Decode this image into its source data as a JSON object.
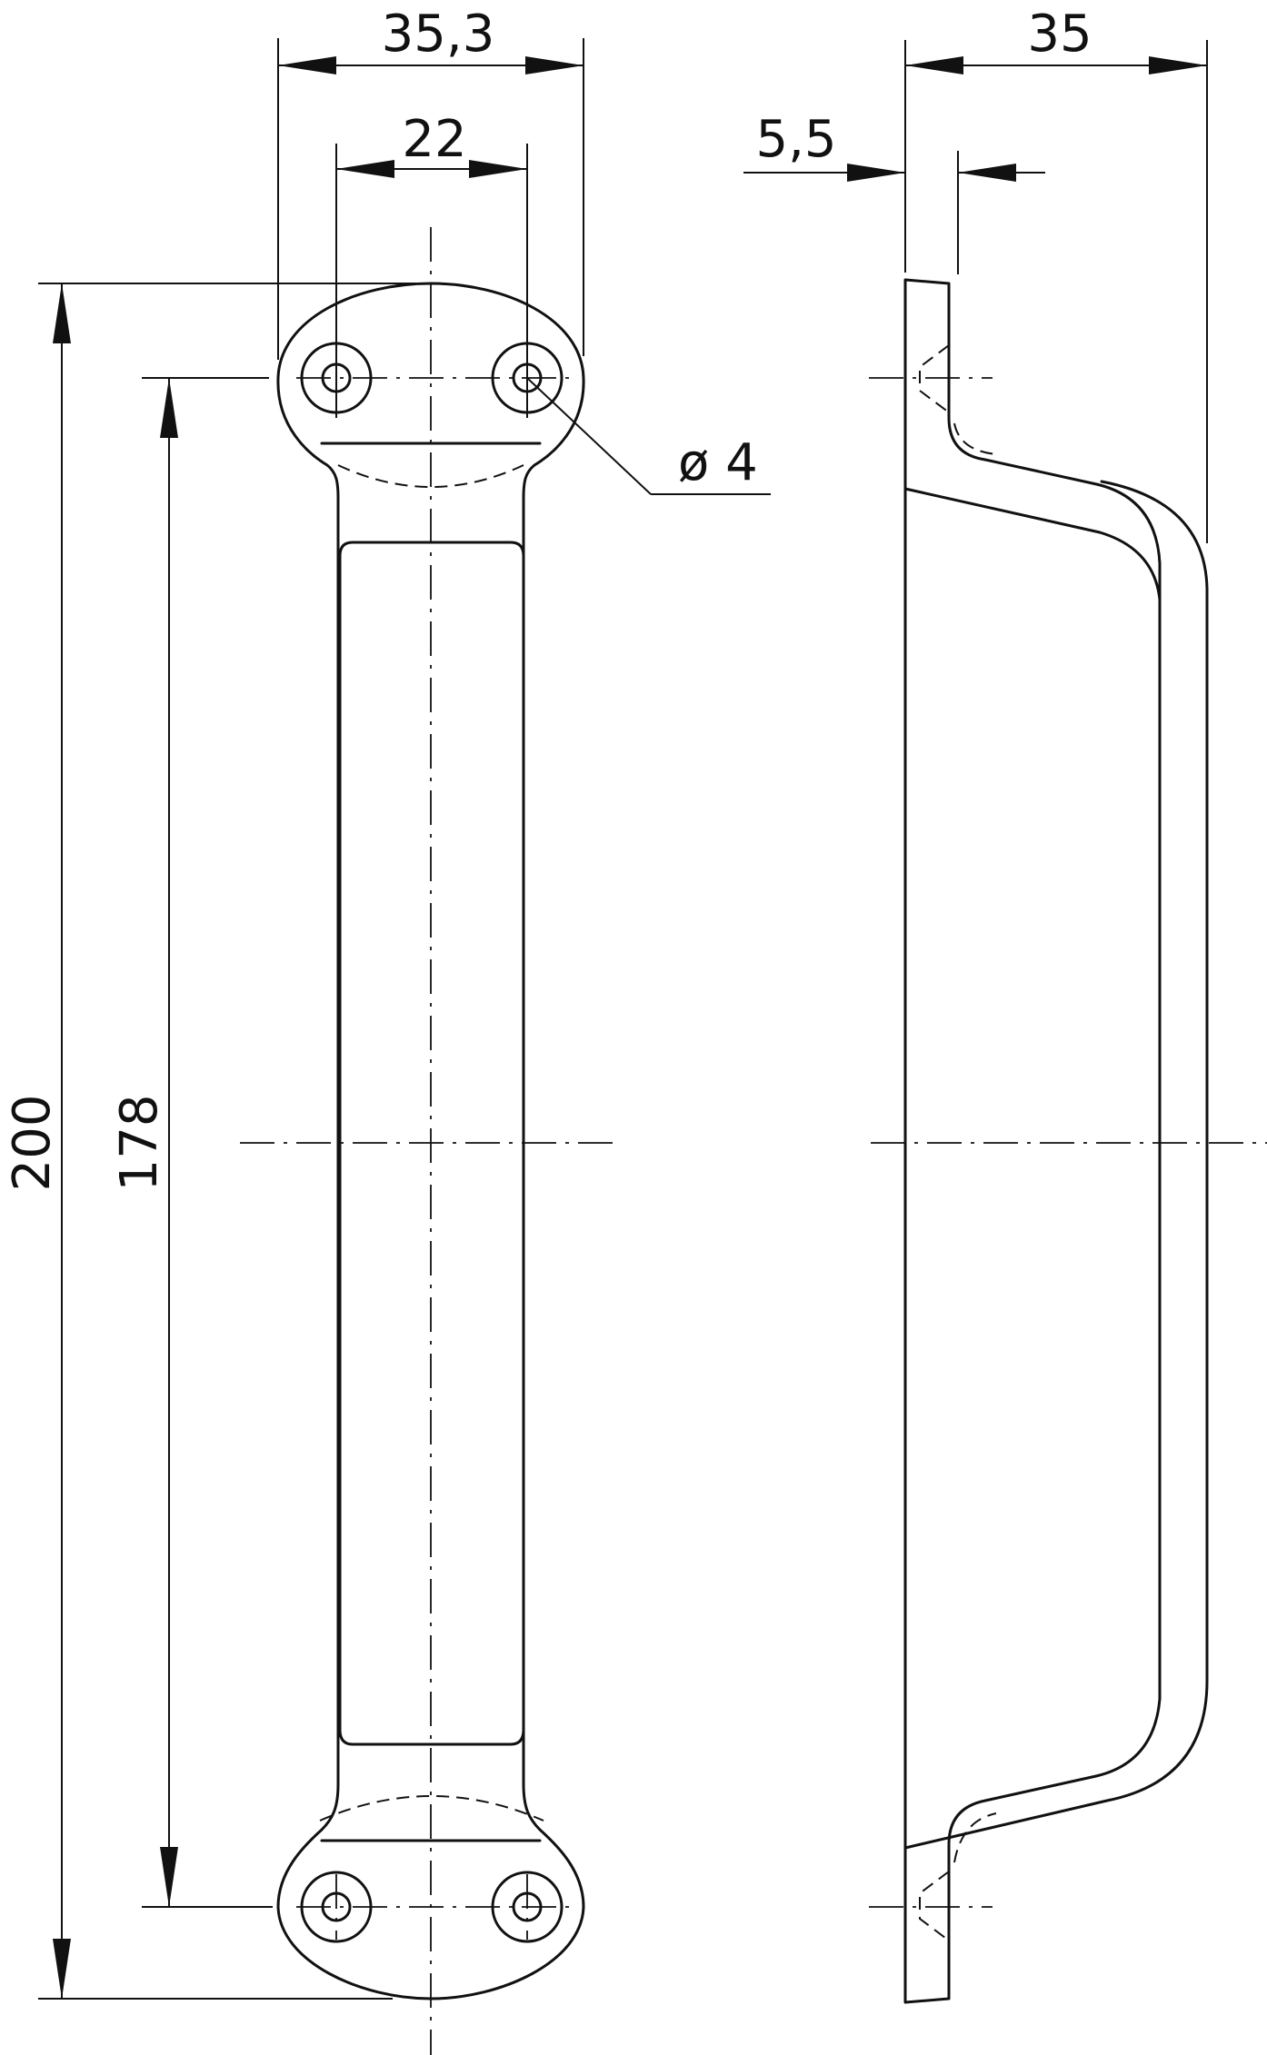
{
  "front_view": {
    "width_overall": "35,3",
    "hole_spacing": "22",
    "hole_diameter": "ø 4",
    "length_overall": "200",
    "hole_pitch": "178"
  },
  "side_view": {
    "depth_overall": "35",
    "plate_thickness": "5,5"
  }
}
